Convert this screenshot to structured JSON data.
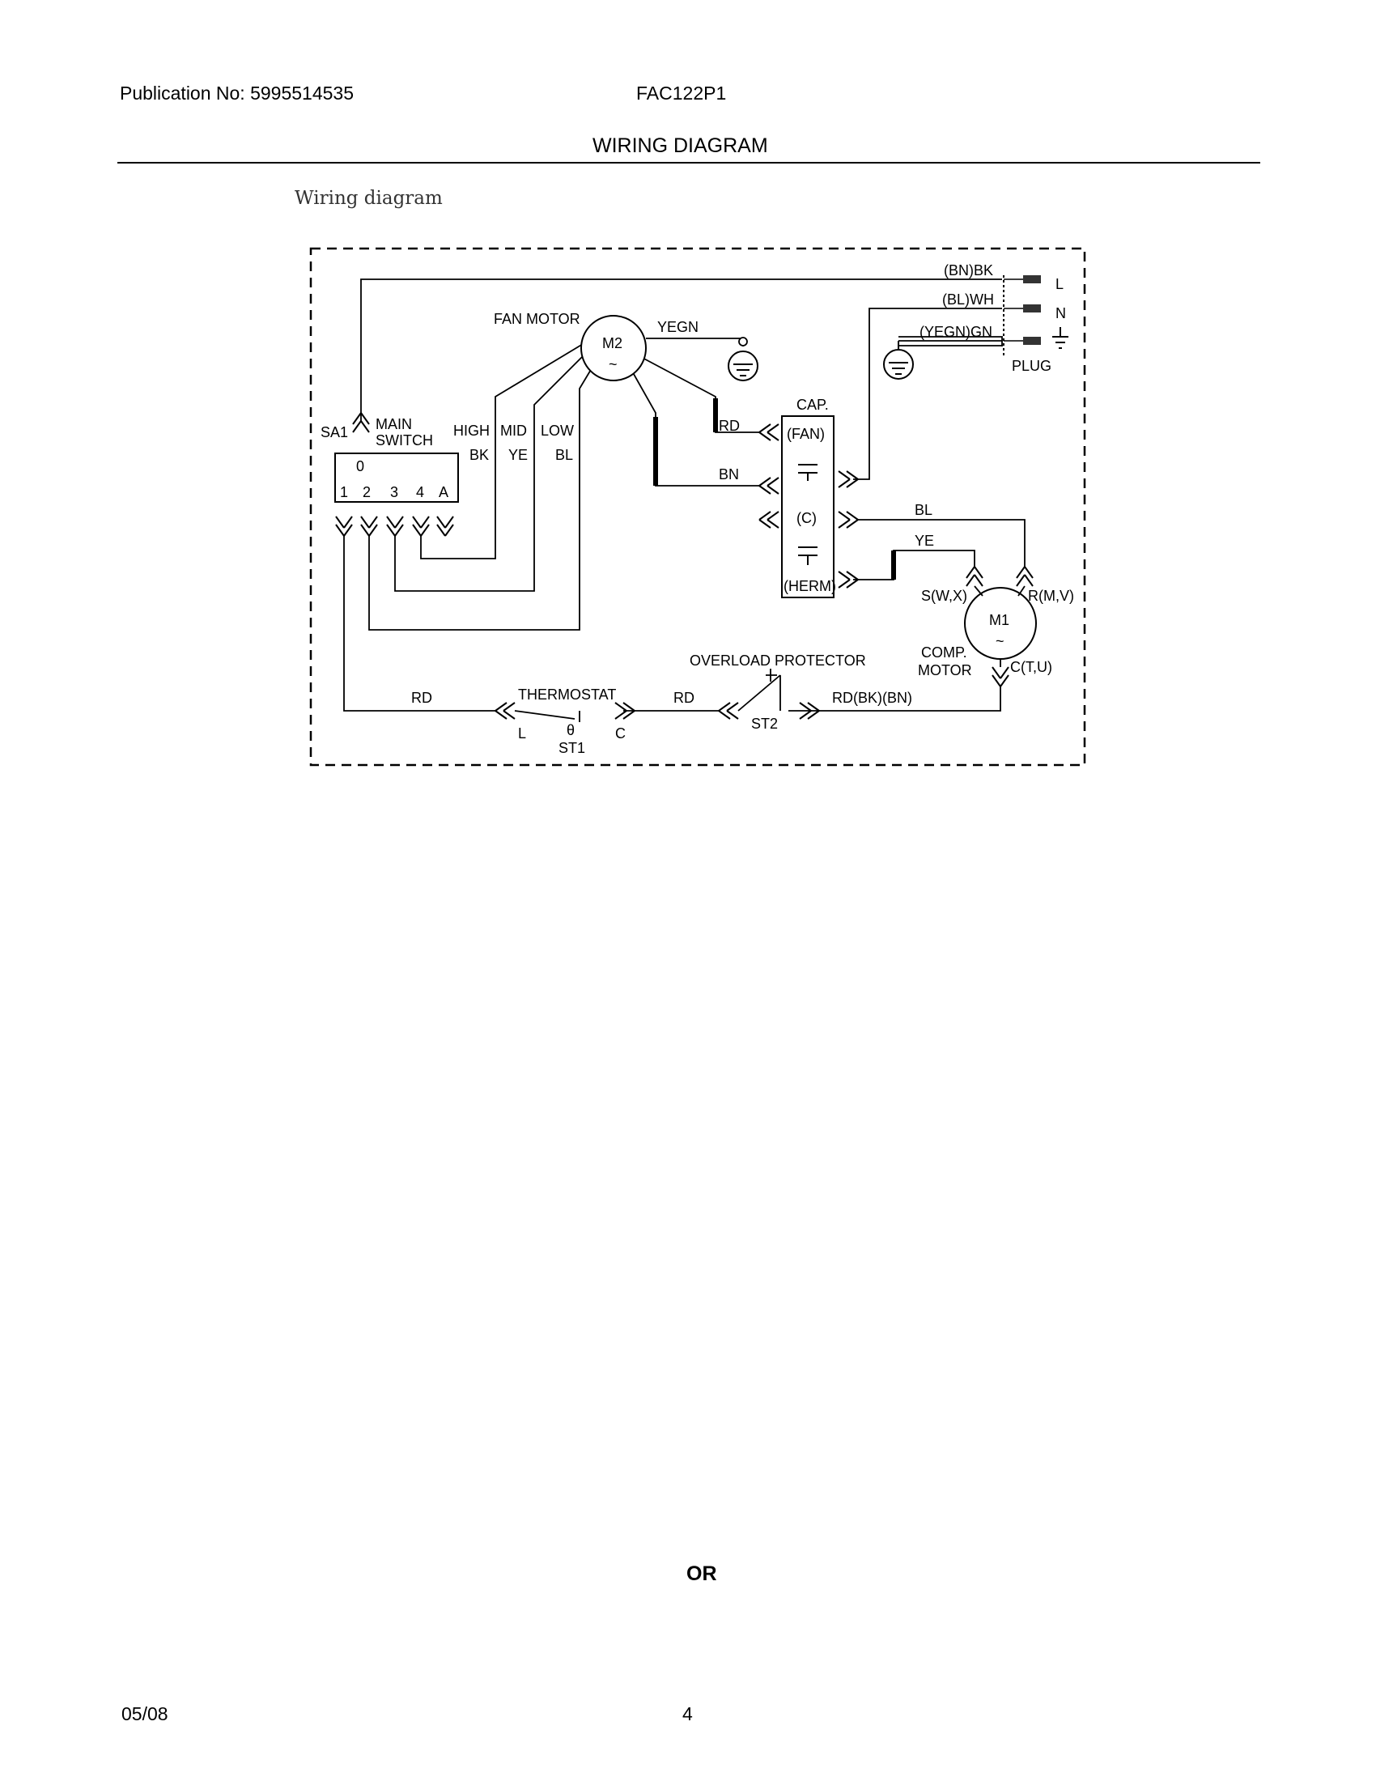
{
  "header": {
    "publication": "Publication No: 5995514535",
    "model": "FAC122P1",
    "title": "WIRING DIAGRAM"
  },
  "subtitle": "Wiring diagram",
  "diagram": {
    "wires": {
      "line": "(BN)BK",
      "neutral": "(BL)WH",
      "ground": "(YEGN)GN",
      "fan_ground": "YEGN",
      "cap_fan": "RD",
      "cap_common": "BN",
      "comp_run": "BL",
      "comp_start": "YE",
      "thermostat_in": "RD",
      "thermostat_out": "RD",
      "overload_out": "RD(BK)(BN)"
    },
    "plug": {
      "l": "L",
      "n": "N",
      "label": "PLUG"
    },
    "fan_motor": {
      "label": "FAN MOTOR",
      "id": "M2",
      "symbol": "~"
    },
    "comp_motor": {
      "label1": "COMP.",
      "label2": "MOTOR",
      "id": "M1",
      "symbol": "~",
      "s": "S(W,X)",
      "r": "R(M,V)",
      "c": "C(T,U)"
    },
    "main_switch": {
      "id": "SA1",
      "label1": "MAIN",
      "label2": "SWITCH",
      "zero": "0",
      "terminals": [
        "1",
        "2",
        "3",
        "4",
        "A"
      ]
    },
    "speeds": [
      {
        "name": "HIGH",
        "color": "BK"
      },
      {
        "name": "MID",
        "color": "YE"
      },
      {
        "name": "LOW",
        "color": "BL"
      }
    ],
    "capacitor": {
      "label": "CAP.",
      "fan": "(FAN)",
      "common": "(C)",
      "herm": "(HERM)"
    },
    "thermostat": {
      "label": "THERMOSTAT",
      "l": "L",
      "c": "C",
      "id": "ST1",
      "theta": "θ"
    },
    "overload": {
      "label": "OVERLOAD PROTECTOR",
      "id": "ST2"
    }
  },
  "or_text": "OR",
  "footer": {
    "date": "05/08",
    "page": "4"
  }
}
